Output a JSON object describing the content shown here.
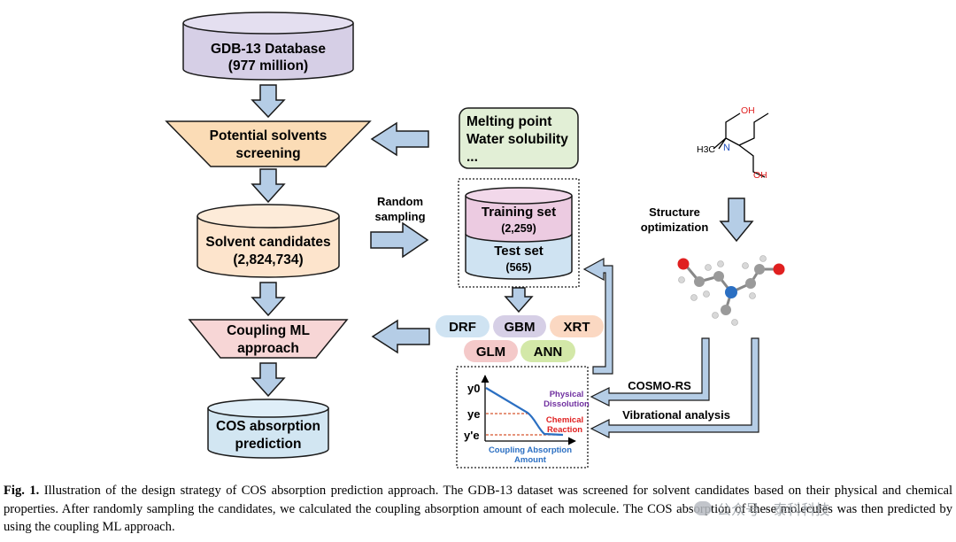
{
  "flow": {
    "db_line1": "GDB-13 Database",
    "db_line2": "(977 million)",
    "screen_line1": "Potential solvents",
    "screen_line2": "screening",
    "cand_line1": "Solvent candidates",
    "cand_line2": "(2,824,734)",
    "ml_line1": "Coupling ML",
    "ml_line2": "approach",
    "cos_line1": "COS absorption",
    "cos_line2": "prediction"
  },
  "properties": {
    "line1": "Melting point",
    "line2": "Water solubility",
    "line3": "..."
  },
  "sampling": {
    "line1": "Random",
    "line2": "sampling"
  },
  "dataset": {
    "training_label": "Training set",
    "training_count": "(2,259)",
    "test_label": "Test set",
    "test_count": "(565)"
  },
  "models": [
    "DRF",
    "GBM",
    "XRT",
    "GLM",
    "ANN"
  ],
  "molecule": {
    "oh_top": "OH",
    "oh_bottom": "OH",
    "h3c": "H3C",
    "n": "N"
  },
  "structure_opt": {
    "line1": "Structure",
    "line2": "optimization"
  },
  "labels": {
    "cosmo": "COSMO-RS",
    "vibrational": "Vibrational analysis"
  },
  "plot": {
    "y0": "y0",
    "ye": "ye",
    "ye2": "y'e",
    "physical_line1": "Physical",
    "physical_line2": "Dissolution",
    "chemical_line1": "Chemical",
    "chemical_line2": "Reaction",
    "x_line1": "Coupling Absorption",
    "x_line2": "Amount"
  },
  "caption": {
    "fig": "Fig. 1.",
    "text": "Illustration of the design strategy of COS absorption prediction approach. The GDB-13 dataset was screened for solvent candidates based on their physical and chemical properties. After randomly sampling the candidates, we calculated the coupling absorption amount of each molecule. The COS absorption of these molecules was then predicted by using the coupling ML approach."
  },
  "watermark": {
    "text": "公众号 · 泰科科技"
  },
  "colors": {
    "db": "#d6cfe6",
    "screen": "#fbdcb6",
    "candidates": "#fde4cc",
    "ml": "#f7d6d6",
    "cos": "#d2e6f2",
    "arrow": "#b5cde6",
    "properties": "#e2efd6",
    "training": "#eccbe1",
    "test": "#cfe3f2",
    "curve": "#2b6fc2",
    "ref_line": "#d6562e"
  }
}
